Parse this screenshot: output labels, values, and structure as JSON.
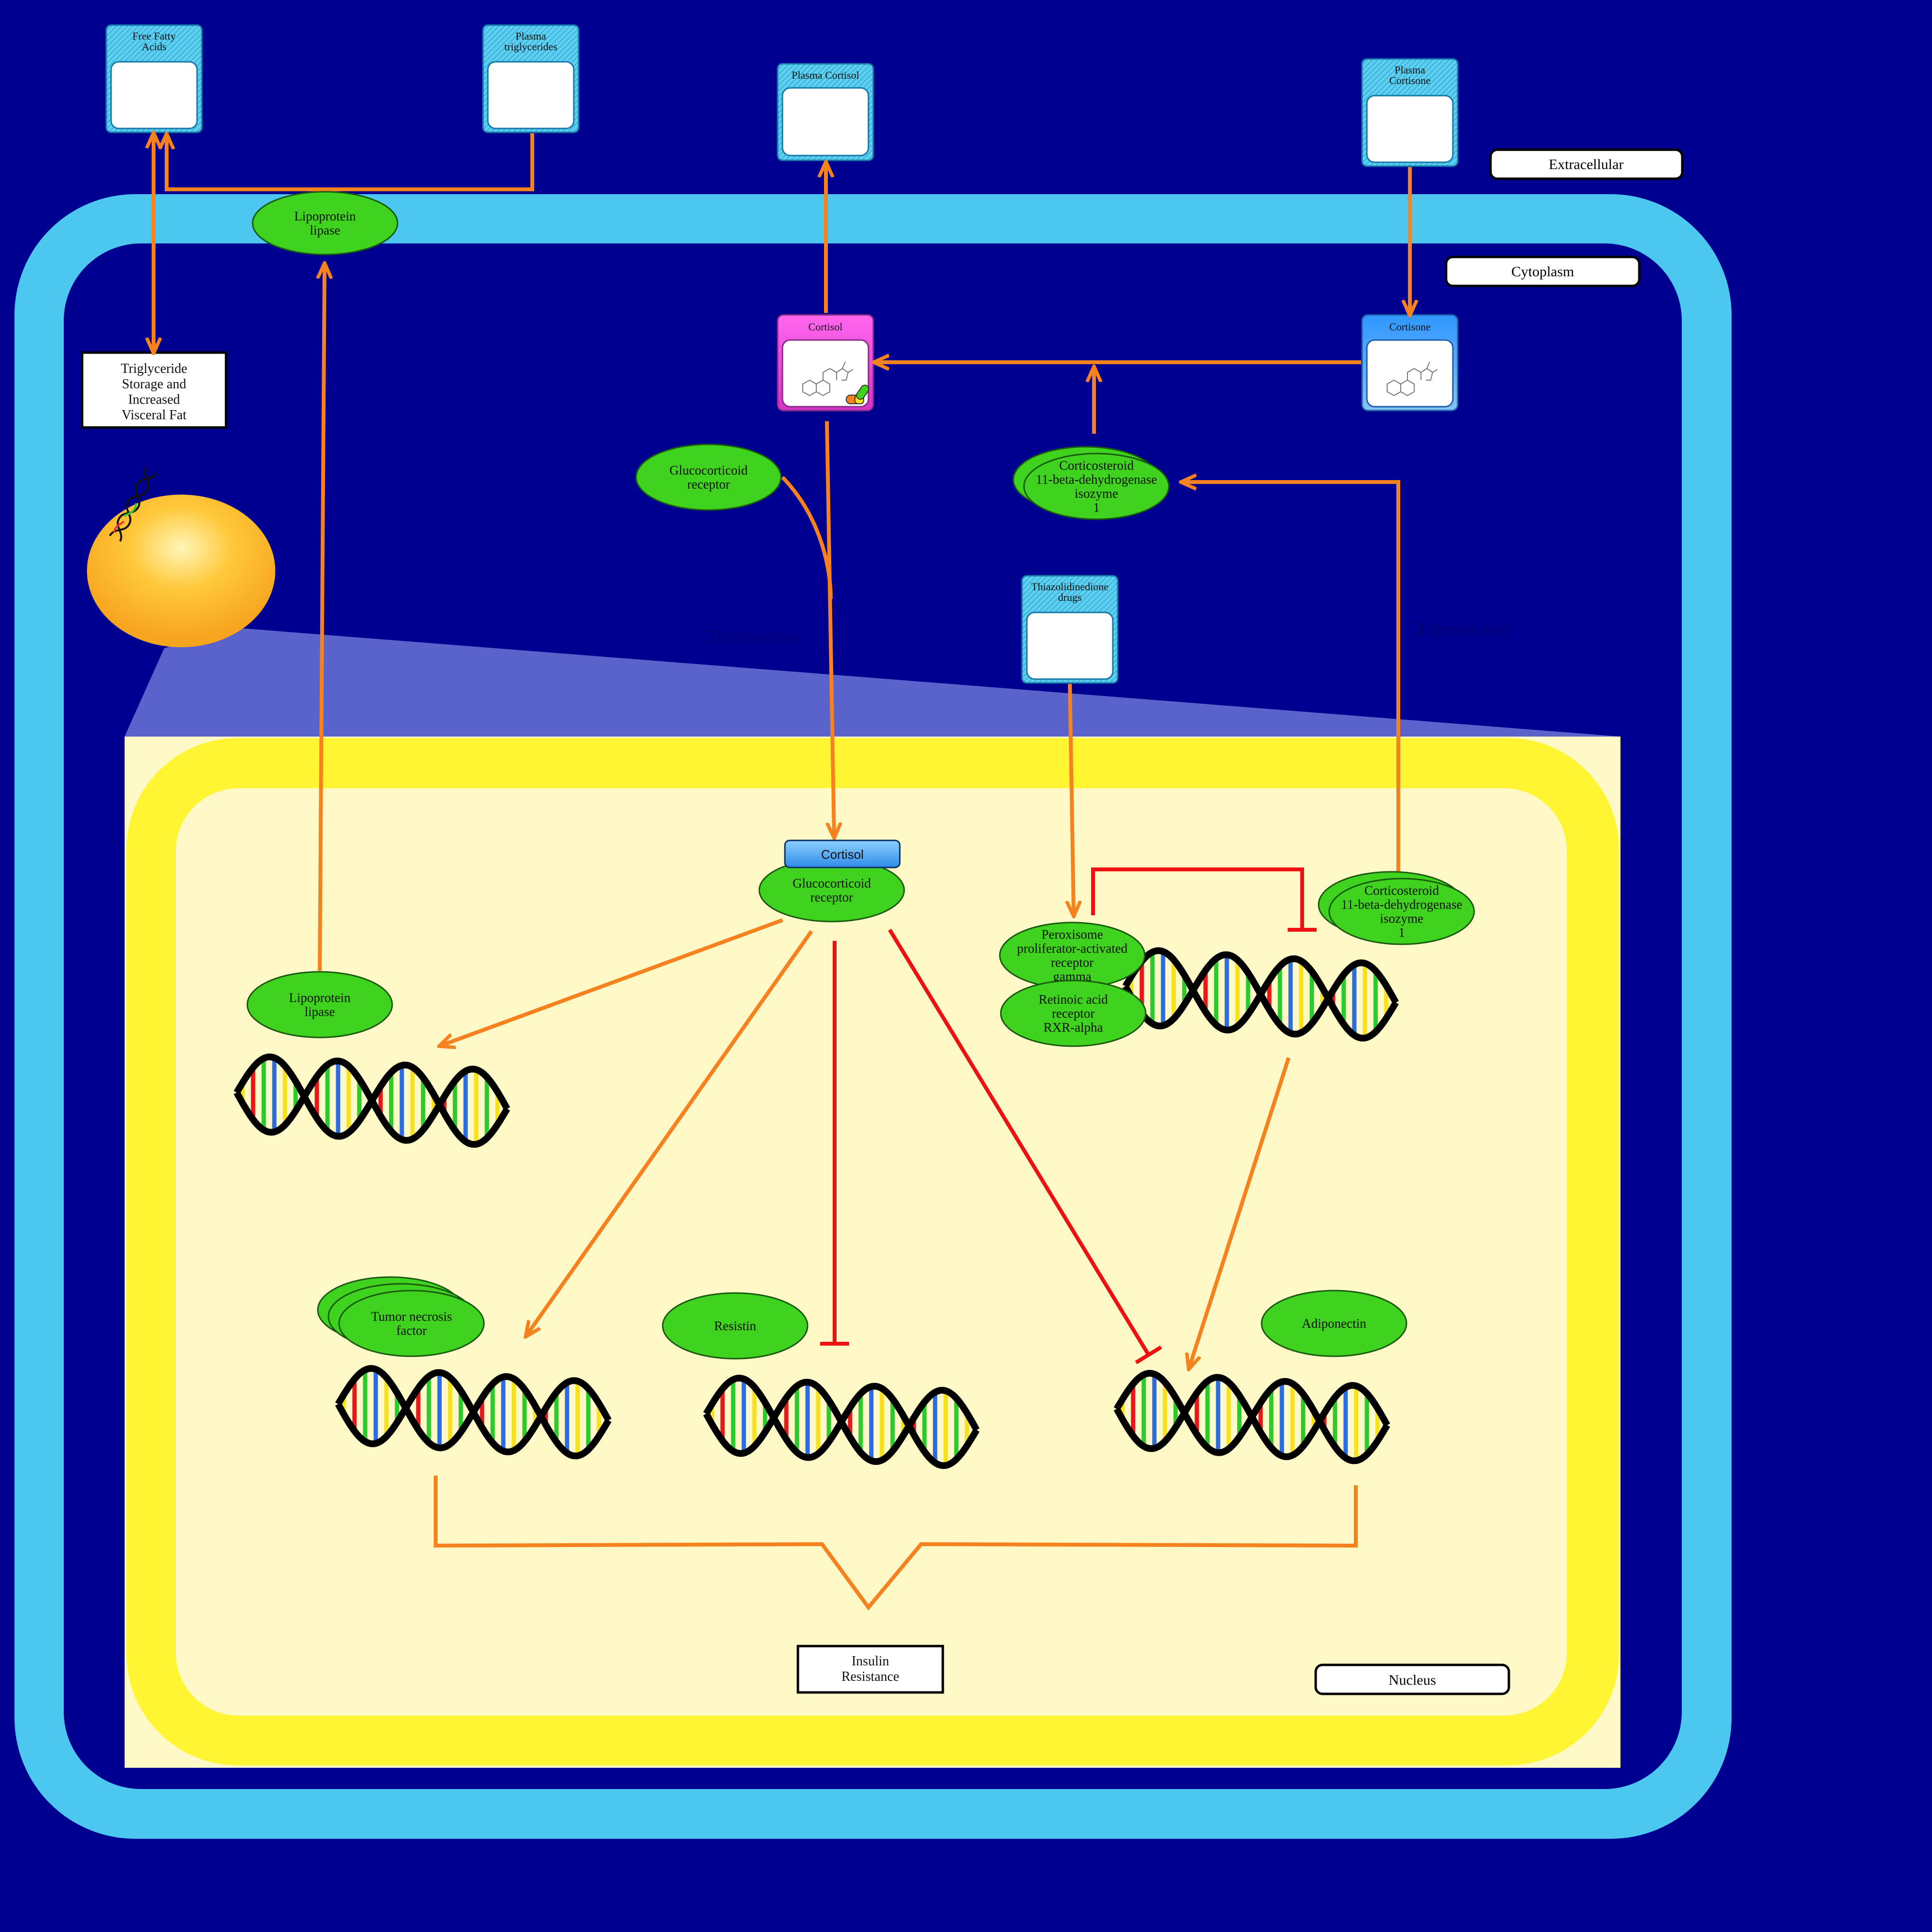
{
  "compartments": {
    "extracellular": "Extracellular",
    "cytoplasm": "Cytoplasm",
    "nucleus": "Nucleus"
  },
  "metabolites": {
    "free_fatty_acids": "Free Fatty Acids",
    "plasma_triglycerides": "Plasma triglycerides",
    "plasma_cortisol": "Plasma Cortisol",
    "plasma_cortisone": "Plasma Cortisone",
    "cortisol": "Cortisol",
    "cortisone": "Cortisone",
    "thiazolidinedione": "Thiazolidinedione drugs"
  },
  "proteins": {
    "lpl_cyto": "Lipoprotein lipase",
    "gr_cyto": "Glucocorticoid receptor",
    "hsd_cyto": "Corticosteroid 11-beta-dehydrogenase isozyme 1",
    "gr_nuc": "Glucocorticoid receptor",
    "cortisol_bound": "Cortisol",
    "lpl_nuc": "Lipoprotein lipase",
    "pparg": "Peroxisome proliferator-activated receptor gamma",
    "rxra": "Retinoic acid receptor RXR-alpha",
    "hsd_nuc": "Corticosteroid 11-beta-dehydrogenase isozyme 1",
    "tnf": "Tumor necrosis factor",
    "resistin": "Resistin",
    "adiponectin": "Adiponectin"
  },
  "outcomes": {
    "triglyceride_storage": "Triglyceride Storage and Increased Visceral Fat",
    "insulin_resistance": "Insulin Resistance"
  },
  "annotations": {
    "translocates_1": "Translocates",
    "translocates_2": "Translocates"
  },
  "colors": {
    "background": "#000090",
    "membrane": "#4CC7F0",
    "nucleus_membrane": "#FFF533",
    "nucleus_fill": "#FFF9C8",
    "protein": "#3FD21F",
    "activation": "#F5821F",
    "inhibition": "#EE1111"
  }
}
